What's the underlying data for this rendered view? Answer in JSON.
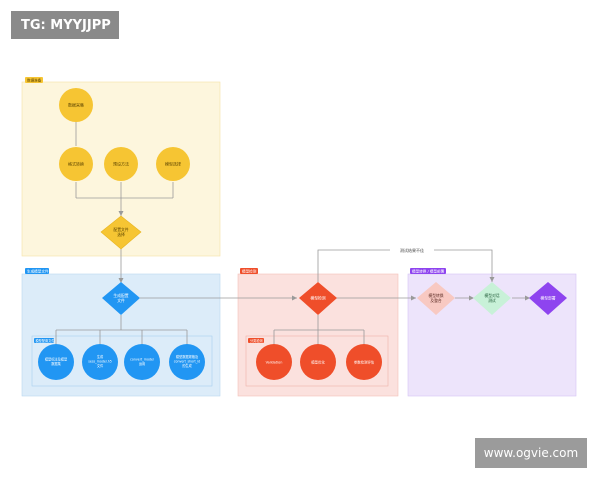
{
  "watermarks": {
    "top_left": "TG: MYYJJPP",
    "bottom_right": "www.ogvie.com"
  },
  "groups": {
    "prep": "数据准备",
    "gen": "生成模型文件",
    "gen_sub": "模型配置文件",
    "check": "模型检测",
    "check_sub": "分类检测",
    "convert": "模型转换 / 模型部署"
  },
  "nodes": {
    "collect": "数据采集",
    "format": "格式转换",
    "method": "预设方法",
    "select": "模型选择",
    "config": [
      "配置文件",
      "选择"
    ],
    "generate": [
      "生成配置",
      "文件"
    ],
    "c1": [
      "模型标注及模型",
      "数据集"
    ],
    "c2": [
      "生成",
      "sess_model.h5",
      "文件"
    ],
    "c3": [
      "convert_model",
      "运用"
    ],
    "c4": [
      "模型数据规格及",
      "convert_short_id",
      "的生成"
    ],
    "detect": "模型检测",
    "d1": "Validation",
    "d2": "模型优化",
    "d3": "参数检测评估",
    "transform": [
      "模型转换",
      "及整合"
    ],
    "deploy_test": [
      "模型对话",
      "测试"
    ],
    "deploy": "模型部署",
    "feedback": "测试结果不佳"
  },
  "colors": {
    "prep_bg": "#fdf6dd",
    "yellow": "#f6c533",
    "yellow_dark": "#e7b420",
    "blue_bg": "#dcecf9",
    "blue": "#2196f3",
    "blue_dark": "#1e88e5",
    "red_bg": "#fbe1de",
    "red": "#ef4e2a",
    "purple_bg": "#ede4fb",
    "purple": "#8e44ef",
    "pink": "#f8c9c2",
    "green": "#c8f1d8"
  }
}
